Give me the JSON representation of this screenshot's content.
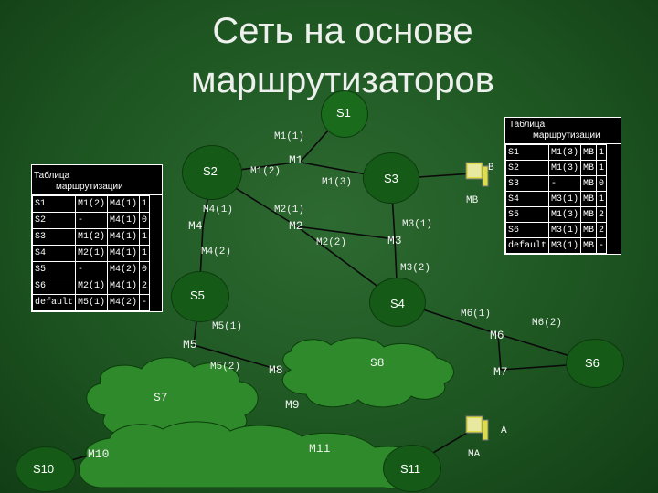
{
  "title_line1": "Сеть на основе",
  "title_line2": "маршрутизаторов",
  "subnets": {
    "s1": "S1",
    "s2": "S2",
    "s3": "S3",
    "s4": "S4",
    "s5": "S5",
    "s6": "S6",
    "s7": "S7",
    "s8": "S8",
    "s9": "M9",
    "s10": "S10",
    "s11": "S11"
  },
  "routers": {
    "m1": "M1",
    "m2": "M2",
    "m3": "M3",
    "m4": "M4",
    "m5": "M5",
    "m6": "M6",
    "m7": "M7",
    "m8": "M8",
    "m10": "M10",
    "m11": "M11"
  },
  "port_labels": {
    "m1_1": "M1(1)",
    "m1_2": "M1(2)",
    "m1_3": "M1(3)",
    "m2_1": "M2(1)",
    "m2_2": "M2(2)",
    "m3_1": "M3(1)",
    "m3_2": "M3(2)",
    "m4_1": "M4(1)",
    "m4_2": "M4(2)",
    "m5_1": "M5(1)",
    "m5_2": "M5(2)",
    "m6_1": "M6(1)",
    "m6_2": "M6(2)",
    "mb": "MB",
    "b": "B",
    "a": "A",
    "ma": "MA"
  },
  "left_table": {
    "caption_line1": "Таблица",
    "caption_line2": "маршрутизации",
    "rows": [
      [
        "S1",
        "M1(2)",
        "M4(1)",
        "1"
      ],
      [
        "S2",
        "-",
        "M4(1)",
        "0"
      ],
      [
        "S3",
        "M1(2)",
        "M4(1)",
        "1"
      ],
      [
        "S4",
        "M2(1)",
        "M4(1)",
        "1"
      ],
      [
        "S5",
        "-",
        "M4(2)",
        "0"
      ],
      [
        "S6",
        "M2(1)",
        "M4(1)",
        "2"
      ],
      [
        "default",
        "M5(1)",
        "M4(2)",
        "-"
      ]
    ]
  },
  "right_table": {
    "caption_line1": "Таблица",
    "caption_line2": "маршрутизации",
    "rows": [
      [
        "S1",
        "M1(3)",
        "MB",
        "1"
      ],
      [
        "S2",
        "M1(3)",
        "MB",
        "1"
      ],
      [
        "S3",
        "-",
        "MB",
        "0"
      ],
      [
        "S4",
        "M3(1)",
        "MB",
        "1"
      ],
      [
        "S5",
        "M1(3)",
        "MB",
        "2"
      ],
      [
        "S6",
        "M3(1)",
        "MB",
        "2"
      ],
      [
        "default",
        "M3(1)",
        "MB",
        "-"
      ]
    ]
  },
  "colors": {
    "background": "#1e5622",
    "node_fill": "#155a17",
    "cloud_fill": "#2e8a2a",
    "line": "#000000",
    "text": "#ffffff"
  }
}
